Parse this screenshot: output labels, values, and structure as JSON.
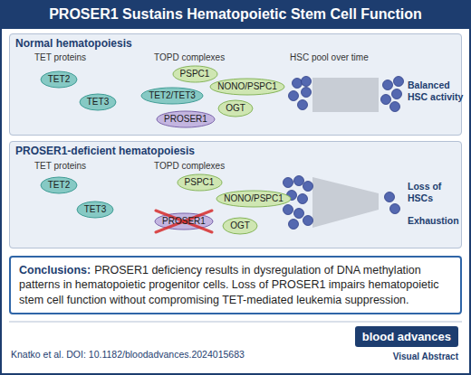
{
  "diagram": {
    "title": "PROSER1 Sustains Hematopoietic Stem Cell Function",
    "nodes": [
      {
        "text": [
          "Normal hematopoiesis"
        ]
      },
      {
        "text": [
          "TET2"
        ],
        "in": 0
      },
      {
        "text": [
          "TET3"
        ],
        "in": 0
      },
      {
        "text": [
          "PSPC1"
        ],
        "in": 0
      },
      {
        "text": [
          "NONO/PSPC1"
        ],
        "in": 0
      },
      {
        "text": [
          "TET2/TET3"
        ],
        "in": 0
      },
      {
        "text": [
          "OGT"
        ],
        "in": 0
      },
      {
        "text": [
          "PROSER1"
        ],
        "in": 0
      },
      {
        "text": [
          "PROSER1-deficient hematopoiesis"
        ]
      },
      {
        "text": [
          "TET2"
        ],
        "in": 8
      },
      {
        "text": [
          "TET3"
        ],
        "in": 8
      },
      {
        "text": [
          "PSPC1"
        ],
        "in": 8
      },
      {
        "text": [
          "NONO/PSPC1"
        ],
        "in": 8
      },
      {
        "text": [
          "PROSER1"
        ],
        "in": 8
      },
      {
        "text": [
          "OGT"
        ],
        "in": 8
      },
      {
        "text": [
          "Conclusions:",
          "PROSER1 deficiency results in dysregulation of DNA methylation patterns in hematopoietic progenitor cells. Loss of PROSER1 impairs hematopoietic stem cell function without compromising TET-mediated leukemia suppression."
        ]
      },
      {
        "text": [
          "blood advances"
        ]
      }
    ],
    "labels": [
      "TET proteins",
      "TOPD complexes",
      "HSC pool over time",
      "Balanced HSC activity",
      "TET proteins",
      "TOPD complexes",
      "Loss of HSCs",
      "Exhaustion",
      "Knatko et al. DOI: 10.1182/bloodadvances.2024015683",
      "Visual Abstract"
    ]
  }
}
